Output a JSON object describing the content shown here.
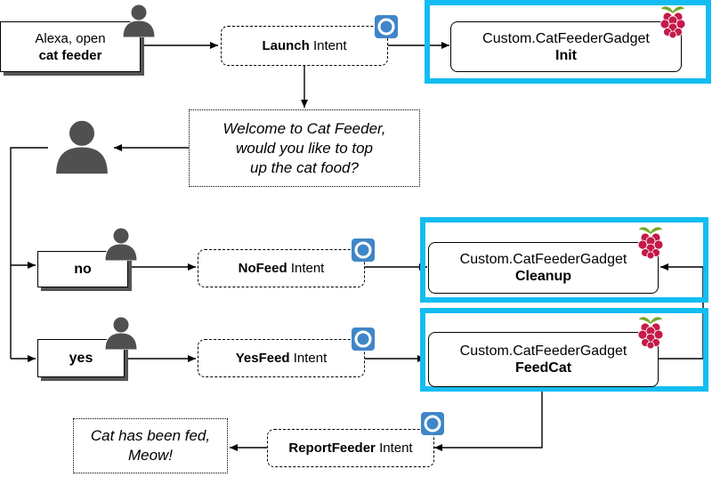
{
  "nodes": {
    "utterance": {
      "line1": "Alexa, open",
      "line2": "cat feeder"
    },
    "launch_intent": {
      "bold": "Launch",
      "rest": " Intent"
    },
    "init_gadget": {
      "line1": "Custom.CatFeederGadget",
      "line2": "Init"
    },
    "welcome_prompt": {
      "line1": "Welcome to Cat Feeder,",
      "line2": "would you like to top",
      "line3": "up the cat food?"
    },
    "no_answer": {
      "label": "no"
    },
    "yes_answer": {
      "label": "yes"
    },
    "nofeed_intent": {
      "bold": "NoFeed",
      "rest": " Intent"
    },
    "yesfeed_intent": {
      "bold": "YesFeed",
      "rest": " Intent"
    },
    "cleanup_gadget": {
      "line1": "Custom.CatFeederGadget",
      "line2": "Cleanup"
    },
    "feedcat_gadget": {
      "line1": "Custom.CatFeederGadget",
      "line2": "FeedCat"
    },
    "reportfeeder_intent": {
      "bold": "ReportFeeder",
      "rest": " Intent"
    },
    "fed_response": {
      "line1": "Cat has been fed,",
      "line2": "Meow!"
    }
  },
  "colors": {
    "highlight": "#13bdf2",
    "alexa_icon": "#3f86c8",
    "raspberry_berry": "#c51a4a",
    "raspberry_leaf": "#75a928",
    "user_icon": "#505050"
  },
  "icons": {
    "user": "user-silhouette-icon",
    "alexa": "alexa-ring-icon",
    "raspberry": "raspberry-pi-icon"
  }
}
